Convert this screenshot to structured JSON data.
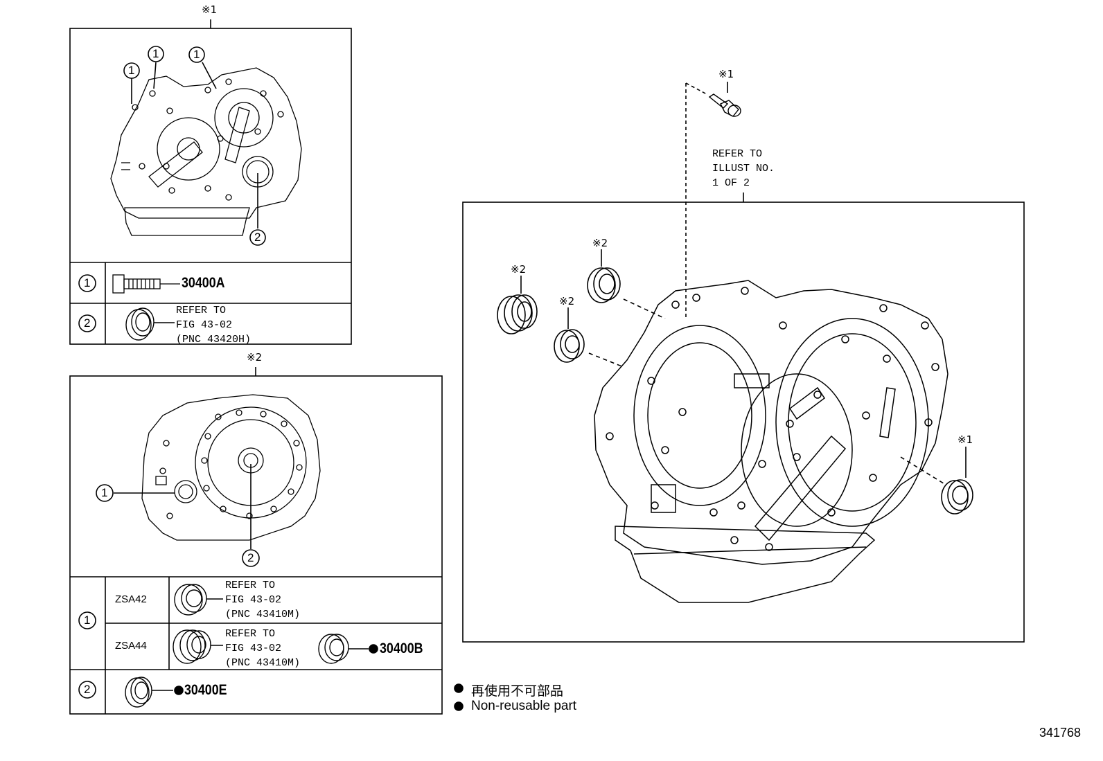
{
  "diagram_number": "341768",
  "boxA": {
    "mark": "※1",
    "rows": [
      {
        "num": "1",
        "part": "30400A"
      },
      {
        "num": "2",
        "ref": [
          "REFER TO",
          "FIG 43-02",
          "(PNC 43420H)"
        ]
      }
    ],
    "callouts": [
      "1",
      "1",
      "1",
      "2"
    ]
  },
  "boxB": {
    "mark": "※2",
    "callouts": [
      "1",
      "2"
    ],
    "row1": {
      "num": "1",
      "zsa42": {
        "model": "ZSA42",
        "ref": [
          "REFER TO",
          "FIG 43-02",
          "(PNC 43410M)"
        ]
      },
      "zsa44": {
        "model": "ZSA44",
        "ref": [
          "REFER TO",
          "FIG 43-02",
          "(PNC 43410M)"
        ],
        "part": "30400B"
      }
    },
    "row2": {
      "num": "2",
      "part": "30400E"
    }
  },
  "main": {
    "refer": [
      "REFER TO",
      "ILLUST NO.",
      "1 OF 2"
    ],
    "marks": {
      "bolt": "※1",
      "seal_top": "※2",
      "seal_left": "※2",
      "seal_mid": "※2",
      "seal_right": "※1"
    }
  },
  "legend": {
    "japanese": "再使用不可部品",
    "english": "Non-reusable part"
  }
}
